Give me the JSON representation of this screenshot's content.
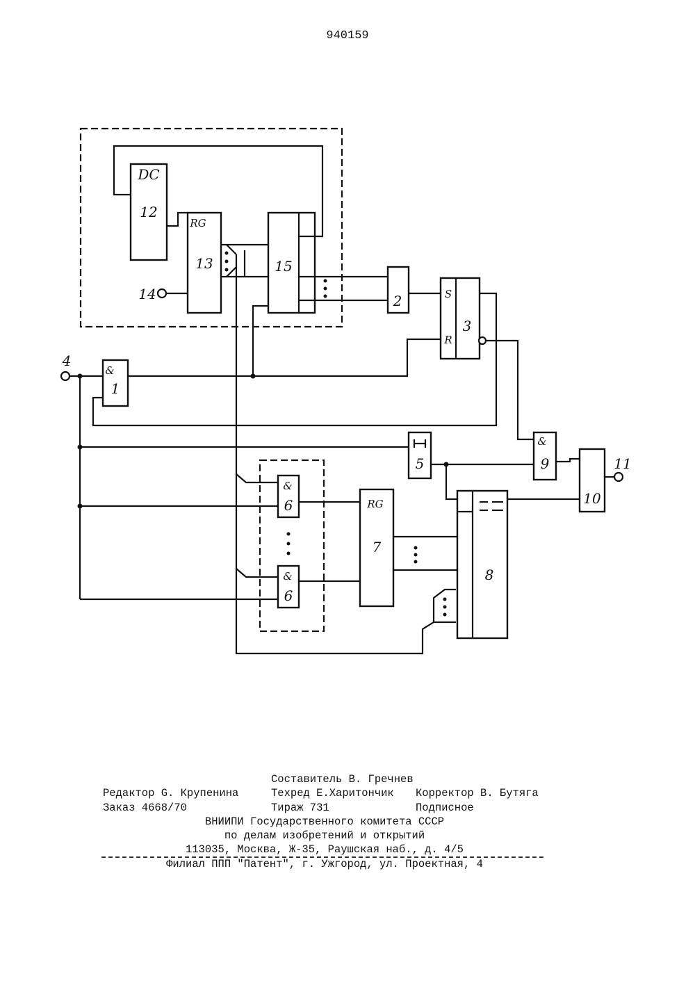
{
  "page_number": "940159",
  "diagram": {
    "labels": {
      "dc_tag": "DC",
      "dc_num": "12",
      "rg13_tag": "RG",
      "rg13_num": "13",
      "b15_num": "15",
      "b2_num": "2",
      "ff3_s": "S",
      "ff3_r": "R",
      "ff3_num": "3",
      "and1_tag": "&",
      "and1_num": "1",
      "d5_num": "5",
      "and6a_tag": "&",
      "and6a_num": "6",
      "and6b_tag": "&",
      "and6b_num": "6",
      "rg7_tag": "RG",
      "rg7_num": "7",
      "b8_num": "8",
      "and9_tag": "&",
      "and9_num": "9",
      "b10_num": "10",
      "pin4": "4",
      "pin11": "11",
      "pin14": "14"
    }
  },
  "imprint": {
    "compiler": "Составитель В. Гречнев",
    "editor": "Редактор G. Крупенина",
    "techred": "Техред Е.Харитончик",
    "corrector": "Корректор В. Бутяга",
    "order": "Заказ 4668/70",
    "circulation": "Тираж 731",
    "subscription": "Подписное",
    "org1": "ВНИИПИ Государственного комитета СССР",
    "org2": "по делам изобретений и открытий",
    "address": "113035, Москва, Ж-35, Раушская наб., д. 4/5",
    "branch": "Филиал ППП \"Патент\", г. Ужгород, ул. Проектная, 4"
  }
}
